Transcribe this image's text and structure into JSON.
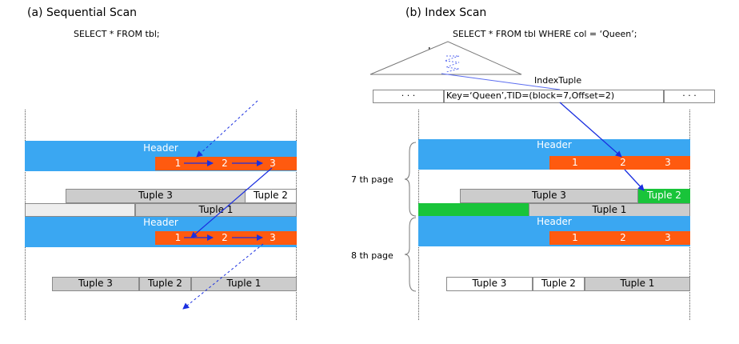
{
  "left": {
    "title": "(a) Sequential Scan",
    "query": "SELECT * FROM tbl;",
    "page1": {
      "header": "Header",
      "line_pointers": [
        "1",
        "2",
        "3"
      ],
      "tuples": [
        "Tuple 3",
        "Tuple 2",
        "Tuple 1"
      ]
    },
    "page2": {
      "header": "Header",
      "line_pointers": [
        "1",
        "2",
        "3"
      ],
      "tuples": [
        "Tuple 3",
        "Tuple 2",
        "Tuple 1"
      ]
    }
  },
  "right": {
    "title": "(b) Index Scan",
    "query": "SELECT * FROM tbl WHERE  col = ‘Queen’;",
    "index_label": "Index",
    "index_tuple_label": "IndexTuple",
    "index_tuple": {
      "left_dots": "·  ·  ·",
      "entry": "Key=‘Queen’,TID=(block=7,Offset=2)",
      "right_dots": "·  ·  ·"
    },
    "page7": {
      "label": "7 th page",
      "header": "Header",
      "line_pointers": [
        "1",
        "2",
        "3"
      ],
      "tuples": [
        "Tuple 3",
        "Tuple 2",
        "Tuple 1"
      ]
    },
    "page8": {
      "label": "8 th page",
      "header": "Header",
      "line_pointers": [
        "1",
        "2",
        "3"
      ],
      "tuples": [
        "Tuple 3",
        "Tuple 2",
        "Tuple 1"
      ]
    }
  },
  "colors": {
    "header": "#3aa7f2",
    "line_pointer": "#ff5a0f",
    "tuple": "#cccccc",
    "highlight": "#19c43a",
    "arrow": "#1a2fe0"
  }
}
